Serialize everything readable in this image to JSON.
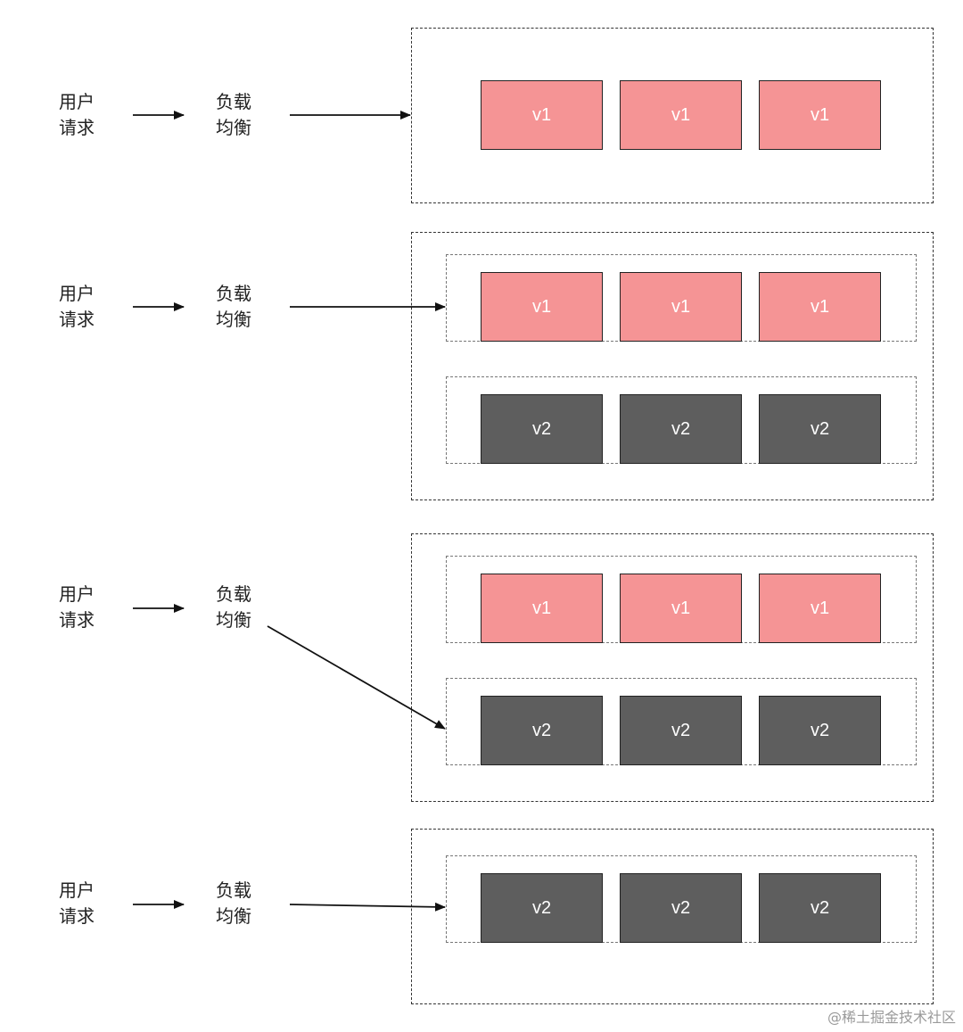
{
  "rows": [
    {
      "user_label": "用户\n请求",
      "lb_label": "负载\n均衡",
      "groups": [
        {
          "version": "v1",
          "instances": [
            "v1",
            "v1",
            "v1"
          ]
        }
      ]
    },
    {
      "user_label": "用户\n请求",
      "lb_label": "负载\n均衡",
      "groups": [
        {
          "version": "v1",
          "instances": [
            "v1",
            "v1",
            "v1"
          ]
        },
        {
          "version": "v2",
          "instances": [
            "v2",
            "v2",
            "v2"
          ]
        }
      ]
    },
    {
      "user_label": "用户\n请求",
      "lb_label": "负载\n均衡",
      "groups": [
        {
          "version": "v1",
          "instances": [
            "v1",
            "v1",
            "v1"
          ]
        },
        {
          "version": "v2",
          "instances": [
            "v2",
            "v2",
            "v2"
          ]
        }
      ]
    },
    {
      "user_label": "用户\n请求",
      "lb_label": "负载\n均衡",
      "groups": [
        {
          "version": "v2",
          "instances": [
            "v2",
            "v2",
            "v2"
          ]
        }
      ]
    }
  ],
  "colors": {
    "v1": "#f59495",
    "v2": "#5e5e5e"
  },
  "watermark": "@稀土掘金技术社区"
}
